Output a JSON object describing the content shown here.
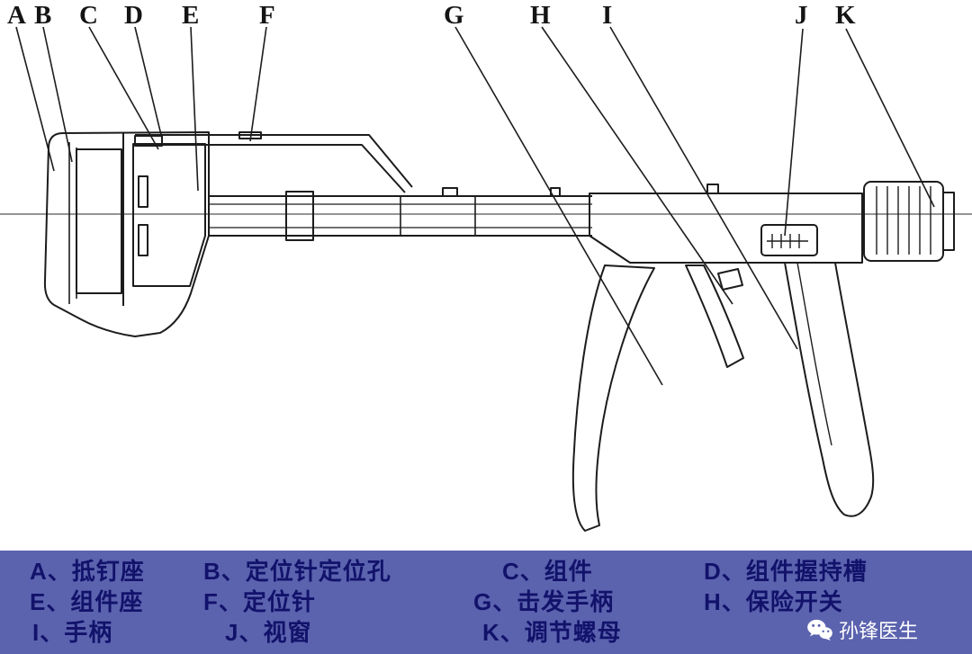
{
  "callouts": [
    {
      "letter": "A"
    },
    {
      "letter": "B"
    },
    {
      "letter": "C"
    },
    {
      "letter": "D"
    },
    {
      "letter": "E"
    },
    {
      "letter": "F"
    },
    {
      "letter": "G"
    },
    {
      "letter": "H"
    },
    {
      "letter": "I"
    },
    {
      "letter": "J"
    },
    {
      "letter": "K"
    }
  ],
  "legend": {
    "items": [
      {
        "label": "A、抵钉座"
      },
      {
        "label": "B、定位针定位孔"
      },
      {
        "label": "C、组件"
      },
      {
        "label": "D、组件握持槽"
      },
      {
        "label": "E、组件座"
      },
      {
        "label": "F、定位针"
      },
      {
        "label": "G、击发手柄"
      },
      {
        "label": "H、保险开关"
      },
      {
        "label": "I、手柄"
      },
      {
        "label": "J、视窗"
      },
      {
        "label": "K、调节螺母"
      }
    ],
    "background_color": "#5b62ae",
    "text_color": "#12126b"
  },
  "watermark": {
    "text": "孙锋医生"
  },
  "diagram": {
    "line_color": "#1c1c1c",
    "subject": "circular-stapler-line-drawing"
  }
}
